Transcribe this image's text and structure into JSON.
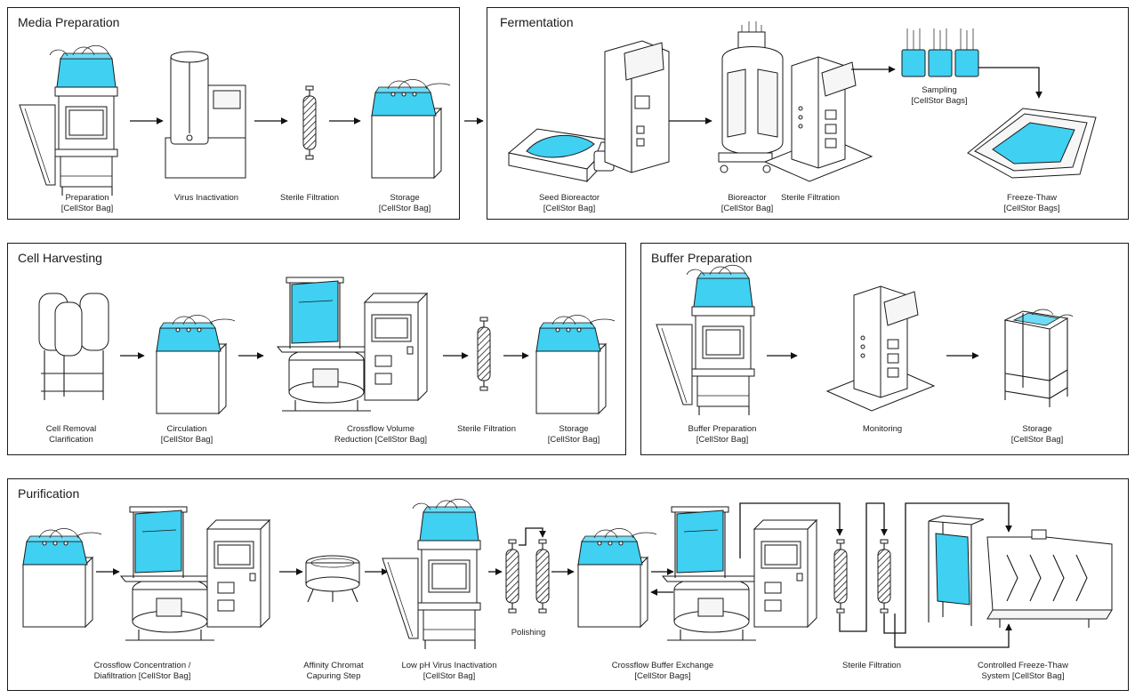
{
  "panels": {
    "media": {
      "title": "Media Preparation",
      "captions": {
        "preparation": [
          "Preparation",
          "[CellStor Bag]"
        ],
        "virus_inactivation": [
          "Virus Inactivation"
        ],
        "sterile_filtration": [
          "Sterile Filtration"
        ],
        "storage": [
          "Storage",
          "[CellStor Bag]"
        ]
      }
    },
    "fermentation": {
      "title": "Fermentation",
      "captions": {
        "seed_bioreactor": [
          "Seed Bioreactor",
          "[CellStor Bag]"
        ],
        "bioreactor": [
          "Bioreactor",
          "[CellStor Bag]"
        ],
        "sterile_filtration": [
          "Sterile Filtration"
        ],
        "sampling": [
          "Sampling",
          "[CellStor Bags]"
        ],
        "freeze_thaw": [
          "Freeze-Thaw",
          "[CellStor Bags]"
        ]
      }
    },
    "harvesting": {
      "title": "Cell Harvesting",
      "captions": {
        "cell_removal": [
          "Cell Removal",
          "Clarification"
        ],
        "circulation": [
          "Circulation",
          "[CellStor Bag]"
        ],
        "crossflow": [
          "Crossflow Volume",
          "Reduction [CellStor Bag]"
        ],
        "sterile_filtration": [
          "Sterile Filtration"
        ],
        "storage": [
          "Storage",
          "[CellStor Bag]"
        ]
      }
    },
    "buffer": {
      "title": "Buffer Preparation",
      "captions": {
        "buffer_prep": [
          "Buffer Preparation",
          "[CellStor Bag]"
        ],
        "monitoring": [
          "Monitoring"
        ],
        "storage": [
          "Storage",
          "[CellStor Bag]"
        ]
      }
    },
    "purification": {
      "title": "Purification",
      "captions": {
        "crossflow_conc": [
          "Crossflow Concentration /",
          "Diafiltration [CellStor Bag]"
        ],
        "affinity": [
          "Affinity Chromat",
          "Capuring Step"
        ],
        "low_ph": [
          "Low pH Virus Inactivation",
          "[CellStor Bag]"
        ],
        "polishing": [
          "Polishing"
        ],
        "buffer_exchange": [
          "Crossflow Buffer Exchange",
          "[CellStor Bags]"
        ],
        "sterile_filtration": [
          "Sterile Filtration"
        ],
        "freeze_thaw": [
          "Controlled Freeze-Thaw",
          "System [CellStor Bag]"
        ]
      }
    }
  },
  "colors": {
    "bag_fill": "#3fd0f2",
    "line": "#1a1a1a",
    "background": "#ffffff"
  }
}
